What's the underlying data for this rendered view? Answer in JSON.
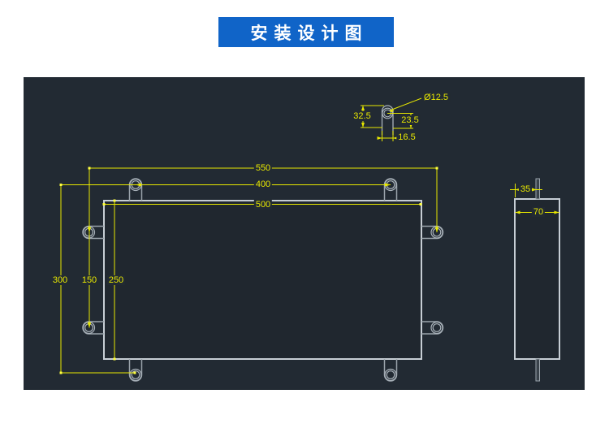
{
  "title_banner": {
    "text": "安装设计图",
    "background_color": "#1064c8",
    "text_color": "#ffffff"
  },
  "canvas": {
    "background_color": "#222a33",
    "geometry_line_color": "#c7ced5",
    "dimension_color": "#e8e800"
  },
  "dims": {
    "front_outer_hole_span_w": "550",
    "front_top_hole_span_w": "400",
    "front_panel_width": "500",
    "front_outer_hole_span_h": "300",
    "front_side_hole_span_h": "150",
    "front_panel_height": "250",
    "detail_hole_diameter": "Ø12.5",
    "detail_tab_height": "32.5",
    "detail_hole_to_edge": "23.5",
    "detail_tab_width": "16.5",
    "side_tab_offset": "35",
    "side_depth": "70"
  }
}
